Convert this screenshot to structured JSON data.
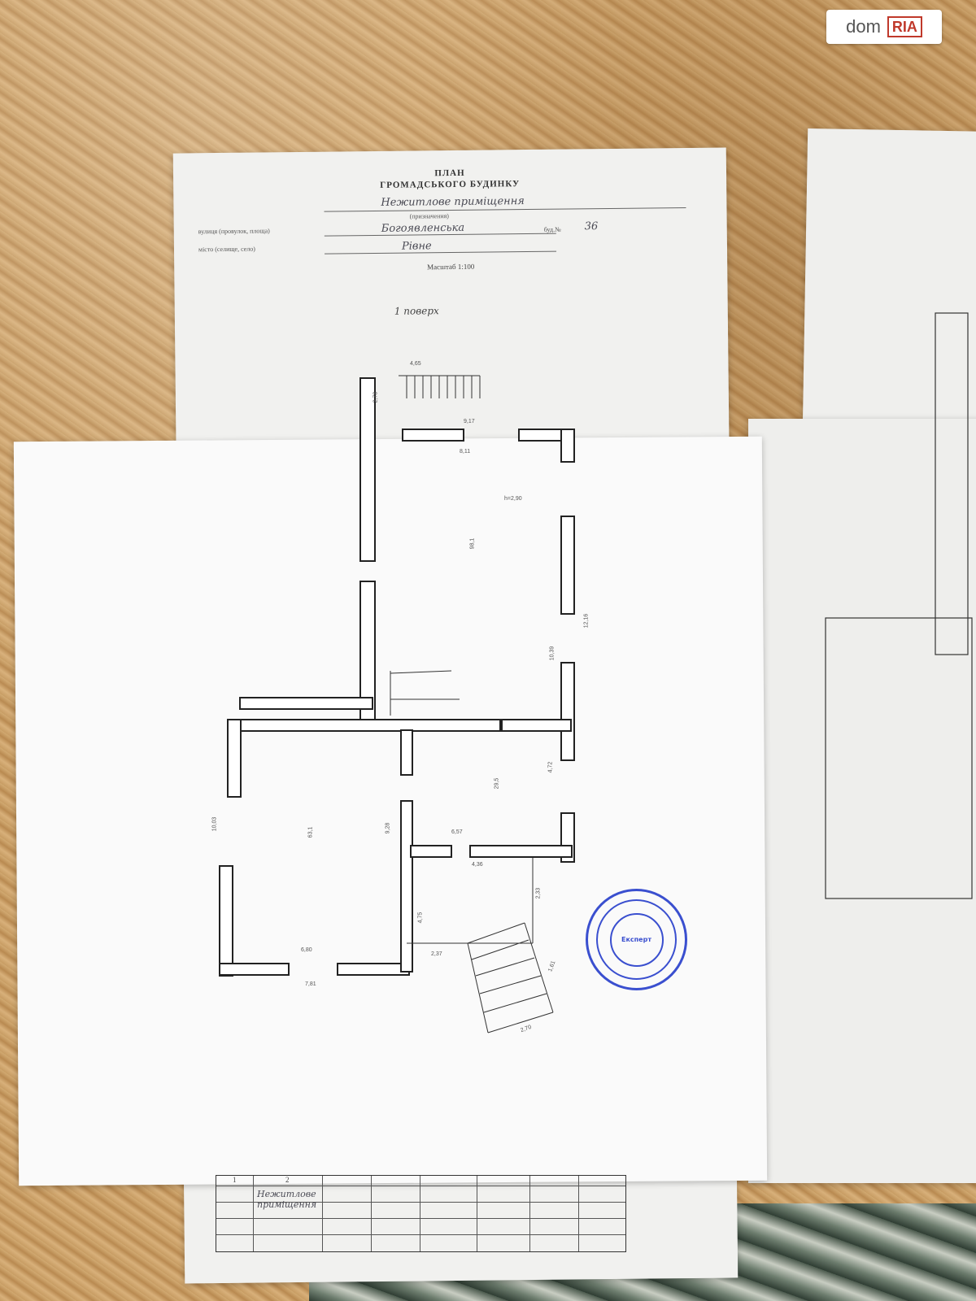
{
  "logo": {
    "dom": "dom",
    "ria": "RIA"
  },
  "plan": {
    "title_line1": "ПЛАН",
    "title_line2": "ГРОМАДСЬКОГО БУДИНКУ",
    "purpose_value": "Нежитлове приміщення",
    "purpose_caption": "(призначення)",
    "street_label": "вулиця (провулок, площа)",
    "street_value": "Богоявленська",
    "building_label": "буд.№",
    "building_value": "36",
    "city_label": "місто (селище, село)",
    "city_value": "Рівне",
    "scale": "Масштаб 1:100",
    "floor": "1 поверх"
  },
  "dimensions": {
    "d465": "4,65",
    "d278": "2,78",
    "d917": "9,17",
    "d811": "8,11",
    "d1216": "12,16",
    "d240": "h=2,90",
    "d1039": "10,39",
    "d472": "4,72",
    "d1003": "10,03",
    "d928": "9,28",
    "d657": "6,57",
    "d680": "6,80",
    "d781": "7,81",
    "d475": "4,75",
    "d436": "4,36",
    "d233": "2,33",
    "d237": "2,37",
    "d161": "1,61",
    "d270": "2,70",
    "room1": "98,1",
    "room2": "29,5",
    "room3": "63,1"
  },
  "stamp": {
    "text": "Експерт"
  },
  "table": {
    "col1": "1",
    "col2": "2",
    "purpose": "Нежитлове приміщення"
  }
}
